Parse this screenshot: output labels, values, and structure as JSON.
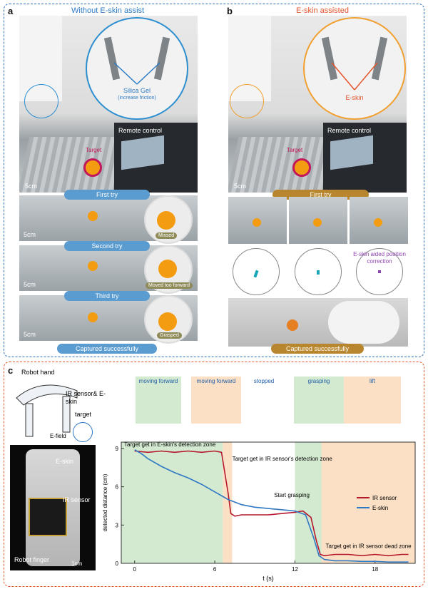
{
  "panel_a": {
    "letter": "a",
    "title": "Without E-skin assist",
    "zoom_label": "Silica Gel",
    "zoom_sublabel": "(increase friction)",
    "remote": "Remote control",
    "target": "Target",
    "scale": "5cm",
    "tries": [
      "First try",
      "Second try",
      "Third try",
      "Captured successfully"
    ],
    "outcomes": [
      "Missed",
      "Moved too forward",
      "Grasped"
    ]
  },
  "panel_b": {
    "letter": "b",
    "title": "E-skin assisted",
    "zoom_label": "E-skin",
    "remote": "Remote control",
    "target": "Target",
    "scale": "5cm",
    "first_try": "First try",
    "correction": "E-skin aided position correction",
    "captured": "Captured successfully"
  },
  "panel_c": {
    "letter": "c",
    "robot_hand": "Robot hand",
    "ir_eskin": "IR sensor& E-skin",
    "target": "target",
    "efield": "E-field",
    "photo_eskin": "E-skin",
    "photo_ir": "IR sensor",
    "photo_finger": "Robot finger",
    "photo_scale": "1cm",
    "phases": [
      "moving forward",
      "moving forward",
      "stopped",
      "grasping",
      "lift"
    ]
  },
  "colors": {
    "ir": "#b5182c",
    "eskin": "#2f78c4",
    "green": "#d3ead0",
    "orange": "#fbe0c6",
    "blue_accent": "#2d6fb5",
    "orange_accent": "#e4552c"
  },
  "chart_data": {
    "type": "line",
    "xlabel": "t (s)",
    "ylabel": "detected distance (cm)",
    "xlim": [
      -1,
      21
    ],
    "ylim": [
      0,
      9.5
    ],
    "xticks": [
      "0",
      "6",
      "12",
      "18"
    ],
    "yticks": [
      "0",
      "3",
      "6",
      "9"
    ],
    "bands": [
      {
        "from": -1,
        "to": 6.6,
        "color": "green"
      },
      {
        "from": 6.6,
        "to": 7.3,
        "color": "orange"
      },
      {
        "from": 12.0,
        "to": 14.0,
        "color": "green"
      },
      {
        "from": 14.0,
        "to": 21,
        "color": "orange"
      }
    ],
    "series": [
      {
        "name": "IR sensor",
        "color": "ir",
        "x": [
          0,
          1,
          2,
          3,
          4,
          5,
          6,
          6.5,
          7.0,
          7.2,
          7.5,
          8,
          9,
          10,
          11,
          12,
          12.6,
          13.2,
          13.6,
          13.9,
          14.2,
          15,
          16,
          17,
          18,
          19,
          20,
          20.5
        ],
        "y": [
          8.8,
          8.7,
          8.8,
          8.7,
          8.8,
          8.7,
          8.8,
          8.7,
          5.5,
          3.9,
          3.7,
          3.8,
          3.8,
          3.8,
          3.9,
          4.0,
          4.1,
          3.6,
          1.8,
          0.7,
          0.6,
          0.7,
          0.7,
          0.6,
          0.7,
          0.6,
          0.7,
          0.7
        ]
      },
      {
        "name": "E-skin",
        "color": "eskin",
        "x": [
          0,
          0.5,
          1,
          2,
          3,
          4,
          5,
          6,
          7,
          8,
          9,
          10,
          11,
          12,
          12.8,
          13.4,
          13.8,
          14.2,
          15,
          16,
          17,
          18,
          19,
          20,
          20.5
        ],
        "y": [
          8.9,
          8.6,
          8.2,
          7.6,
          7.1,
          6.7,
          6.2,
          5.6,
          5.0,
          4.6,
          4.4,
          4.3,
          4.2,
          4.1,
          3.8,
          2.0,
          0.6,
          0.3,
          0.2,
          0.2,
          0.15,
          0.15,
          0.1,
          0.1,
          0.1
        ]
      }
    ],
    "annotations": [
      "Target get in E-skin's detection zone",
      "Target get in IR sensor's detection zone",
      "Start grasping",
      "Target get in IR sensor dead zone"
    ]
  }
}
